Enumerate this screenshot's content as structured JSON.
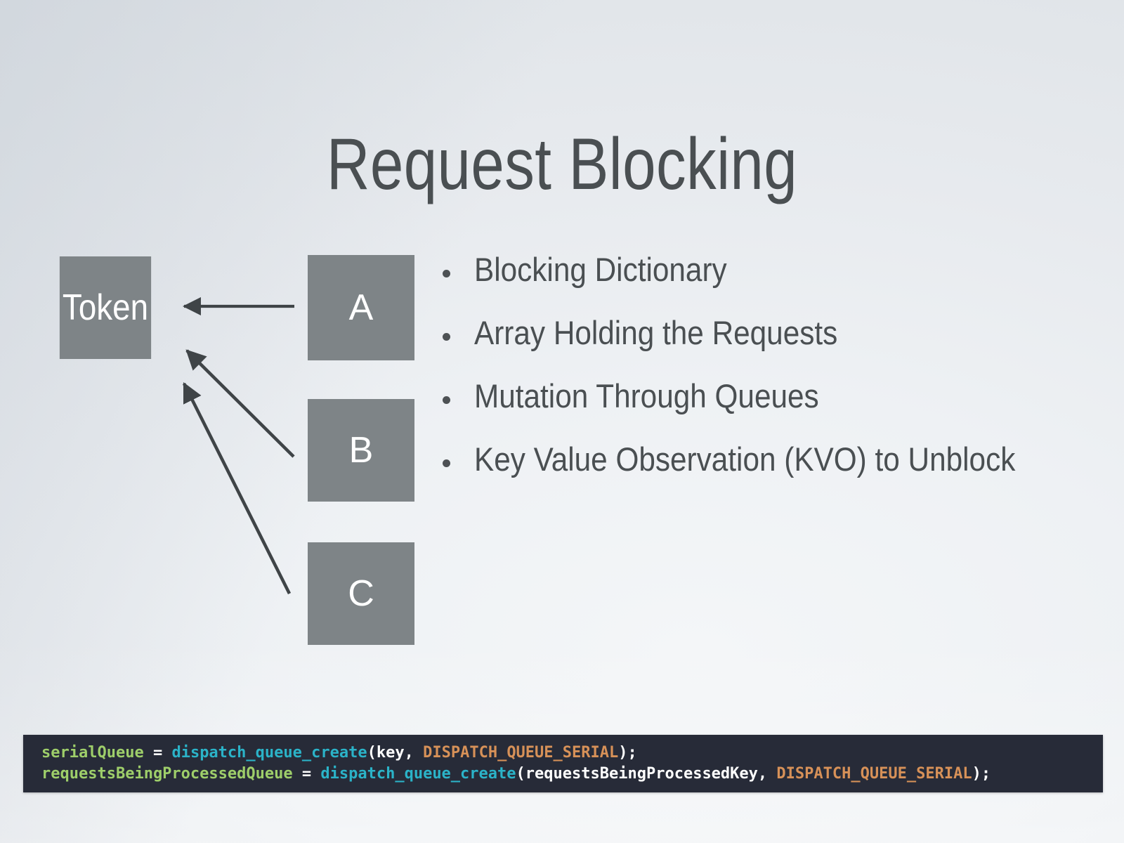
{
  "slide": {
    "title": "Request Blocking",
    "background_start": "#e2e6ea",
    "background_end": "#f4f6f8",
    "text_color": "#4a4f52"
  },
  "diagram": {
    "box_color": "#7e8487",
    "box_text_color": "#ffffff",
    "arrow_color": "#3f4447",
    "boxes": [
      {
        "id": "token",
        "label": "Token"
      },
      {
        "id": "a",
        "label": "A"
      },
      {
        "id": "b",
        "label": "B"
      },
      {
        "id": "c",
        "label": "C"
      }
    ],
    "arrows": [
      {
        "from": "A",
        "to": "Token",
        "style": "straight-horizontal"
      },
      {
        "from": "B",
        "to": "Token",
        "style": "diagonal"
      },
      {
        "from": "C",
        "to": "Token",
        "style": "diagonal"
      }
    ]
  },
  "bullets": [
    {
      "text": "Blocking Dictionary"
    },
    {
      "text": "Array Holding the Requests"
    },
    {
      "text": "Mutation Through Queues"
    },
    {
      "text": "Key Value Observation (KVO) to Unblock"
    }
  ],
  "code": {
    "background": "#272b38",
    "colors": {
      "variable": "#9ece6a",
      "function": "#2bb3c8",
      "argument": "#ffffff",
      "constant": "#d79158",
      "punctuation": "#ffffff"
    },
    "lines": [
      {
        "tokens": [
          {
            "t": "serialQueue",
            "c": "var"
          },
          {
            "t": " ",
            "c": "punct"
          },
          {
            "t": "=",
            "c": "punct"
          },
          {
            "t": " ",
            "c": "punct"
          },
          {
            "t": "dispatch_queue_create",
            "c": "fn"
          },
          {
            "t": "(",
            "c": "punct"
          },
          {
            "t": "key",
            "c": "arg"
          },
          {
            "t": ", ",
            "c": "punct"
          },
          {
            "t": "DISPATCH_QUEUE_SERIAL",
            "c": "const"
          },
          {
            "t": ");",
            "c": "punct"
          }
        ]
      },
      {
        "tokens": [
          {
            "t": "requestsBeingProcessedQueue",
            "c": "var"
          },
          {
            "t": " ",
            "c": "punct"
          },
          {
            "t": "=",
            "c": "punct"
          },
          {
            "t": " ",
            "c": "punct"
          },
          {
            "t": "dispatch_queue_create",
            "c": "fn"
          },
          {
            "t": "(",
            "c": "punct"
          },
          {
            "t": "requestsBeingProcessedKey",
            "c": "arg"
          },
          {
            "t": ", ",
            "c": "punct"
          },
          {
            "t": "DISPATCH_QUEUE_SERIAL",
            "c": "const"
          },
          {
            "t": ");",
            "c": "punct"
          }
        ]
      }
    ]
  }
}
